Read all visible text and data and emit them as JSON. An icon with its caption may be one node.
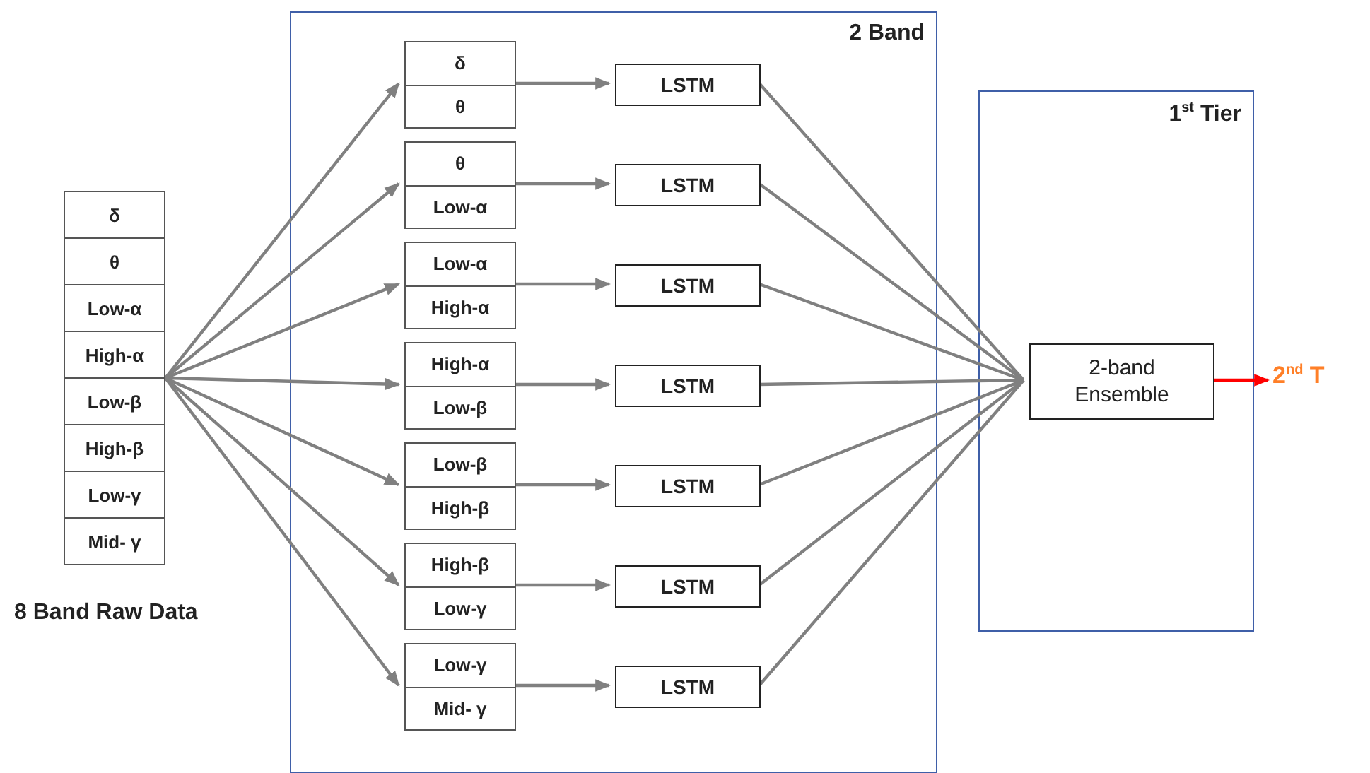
{
  "diagram": {
    "nodes": [
      {
        "text": [
          "2 Band"
        ]
      },
      {
        "text": [
          "1$^{st}$ Tier"
        ]
      },
      {
        "text": [
          "δ",
          "θ",
          "Low-α",
          "High-α",
          "Low-β",
          "High-β",
          "Low-γ",
          "Mid- γ"
        ],
        "beside": [
          "8 Band Raw Data"
        ]
      },
      {
        "text": [
          "δ",
          "θ"
        ],
        "in": 0
      },
      {
        "text": [
          "θ",
          "Low-α"
        ],
        "in": 0
      },
      {
        "text": [
          "Low-α",
          "High-α"
        ],
        "in": 0
      },
      {
        "text": [
          "High-α",
          "Low-β"
        ],
        "in": 0
      },
      {
        "text": [
          "Low-β",
          "High-β"
        ],
        "in": 0
      },
      {
        "text": [
          "High-β",
          "Low-γ"
        ],
        "in": 0
      },
      {
        "text": [
          "Low-γ",
          "Mid- γ"
        ],
        "in": 0
      },
      {
        "text": [
          "LSTM"
        ],
        "in": 0
      },
      {
        "text": [
          "LSTM"
        ],
        "in": 0
      },
      {
        "text": [
          "LSTM"
        ],
        "in": 0
      },
      {
        "text": [
          "LSTM"
        ],
        "in": 0
      },
      {
        "text": [
          "LSTM"
        ],
        "in": 0
      },
      {
        "text": [
          "LSTM"
        ],
        "in": 0
      },
      {
        "text": [
          "LSTM"
        ],
        "in": 0
      },
      {
        "text": [
          "2-band Ensemble"
        ],
        "in": 1
      },
      {
        "text": [
          "2$^{nd}$ T"
        ]
      }
    ],
    "edges": [
      {
        "from": 2,
        "to": 3,
        "arrow": "to"
      },
      {
        "from": 2,
        "to": 4,
        "arrow": "to"
      },
      {
        "from": 2,
        "to": 5,
        "arrow": "to"
      },
      {
        "from": 2,
        "to": 6,
        "arrow": "to"
      },
      {
        "from": 2,
        "to": 7,
        "arrow": "to"
      },
      {
        "from": 2,
        "to": 8,
        "arrow": "to"
      },
      {
        "from": 2,
        "to": 9,
        "arrow": "to"
      },
      {
        "from": 3,
        "to": 10,
        "arrow": "to"
      },
      {
        "from": 4,
        "to": 11,
        "arrow": "to"
      },
      {
        "from": 5,
        "to": 12,
        "arrow": "to"
      },
      {
        "from": 6,
        "to": 13,
        "arrow": "to"
      },
      {
        "from": 7,
        "to": 14,
        "arrow": "to"
      },
      {
        "from": 8,
        "to": 15,
        "arrow": "to"
      },
      {
        "from": 9,
        "to": 16,
        "arrow": "to"
      },
      {
        "from": 10,
        "to": 17,
        "arrow": "none"
      },
      {
        "from": 11,
        "to": 17,
        "arrow": "none"
      },
      {
        "from": 12,
        "to": 17,
        "arrow": "none"
      },
      {
        "from": 13,
        "to": 17,
        "arrow": "none"
      },
      {
        "from": 14,
        "to": 17,
        "arrow": "none"
      },
      {
        "from": 15,
        "to": 17,
        "arrow": "none"
      },
      {
        "from": 16,
        "to": 17,
        "arrow": "none"
      },
      {
        "from": 17,
        "to": 18,
        "arrow": "to",
        "color": "#ff0000"
      }
    ]
  }
}
